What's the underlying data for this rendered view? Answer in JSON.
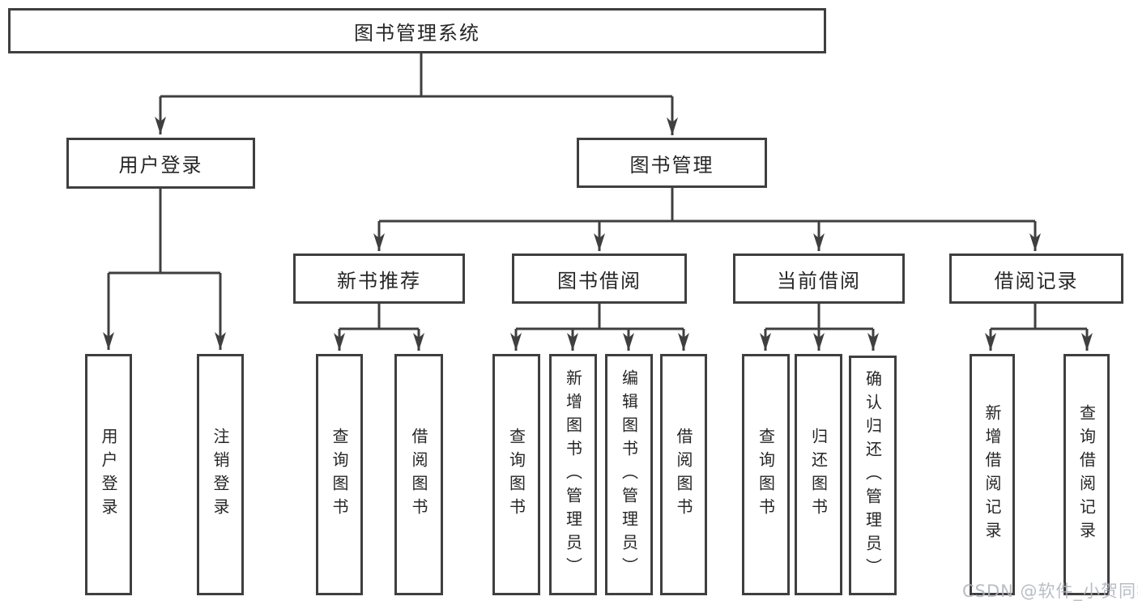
{
  "colors": {
    "line": "#3f3f3f",
    "box_border": "#3f3f3f",
    "text": "#262626",
    "watermark": "#afb4bc",
    "background": "#ffffff"
  },
  "root": {
    "label": "图书管理系统"
  },
  "branches": {
    "user_login": {
      "label": "用户登录",
      "children": [
        "用户登录",
        "注销登录"
      ]
    },
    "book_management": {
      "label": "图书管理",
      "sections": {
        "new_books": {
          "label": "新书推荐",
          "children": [
            "查询图书",
            "借阅图书"
          ]
        },
        "book_borrowing": {
          "label": "图书借阅",
          "children": [
            "查询图书",
            "新增图书（管理员）",
            "编辑图书（管理员）",
            "借阅图书"
          ]
        },
        "current_borrowing": {
          "label": "当前借阅",
          "children": [
            "查询图书",
            "归还图书",
            "确认归还（管理员）"
          ]
        },
        "borrowing_records": {
          "label": "借阅记录",
          "children": [
            "新增借阅记录",
            "查询借阅记录"
          ]
        }
      }
    }
  },
  "watermark": {
    "text": "CSDN @软件_小贺同学"
  }
}
